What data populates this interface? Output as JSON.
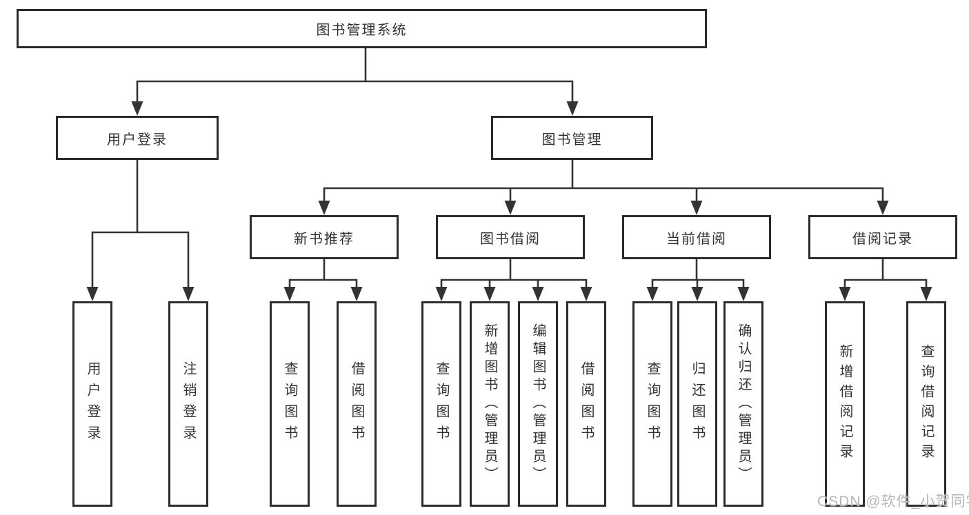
{
  "tree": {
    "root_label": "图书管理系统",
    "branches": [
      {
        "label": "用户登录",
        "leaves": [
          "用户登录",
          "注销登录"
        ]
      },
      {
        "label": "图书管理",
        "groups": [
          {
            "label": "新书推荐",
            "leaves": [
              "查询图书",
              "借阅图书"
            ]
          },
          {
            "label": "图书借阅",
            "leaves": [
              "查询图书",
              "新增图书（管理员）",
              "编辑图书（管理员）",
              "借阅图书"
            ]
          },
          {
            "label": "当前借阅",
            "leaves": [
              "查询图书",
              "归还图书",
              "确认归还（管理员）"
            ]
          },
          {
            "label": "借阅记录",
            "leaves": [
              "新增借阅记录",
              "查询借阅记录"
            ]
          }
        ]
      }
    ]
  },
  "watermark": {
    "text": "CSDN @软件_小贺同学"
  },
  "colors": {
    "line": "#333333",
    "border": "#2b2b2b",
    "text": "#333333",
    "wm": "#b5b5b5",
    "bg": "#ffffff"
  }
}
